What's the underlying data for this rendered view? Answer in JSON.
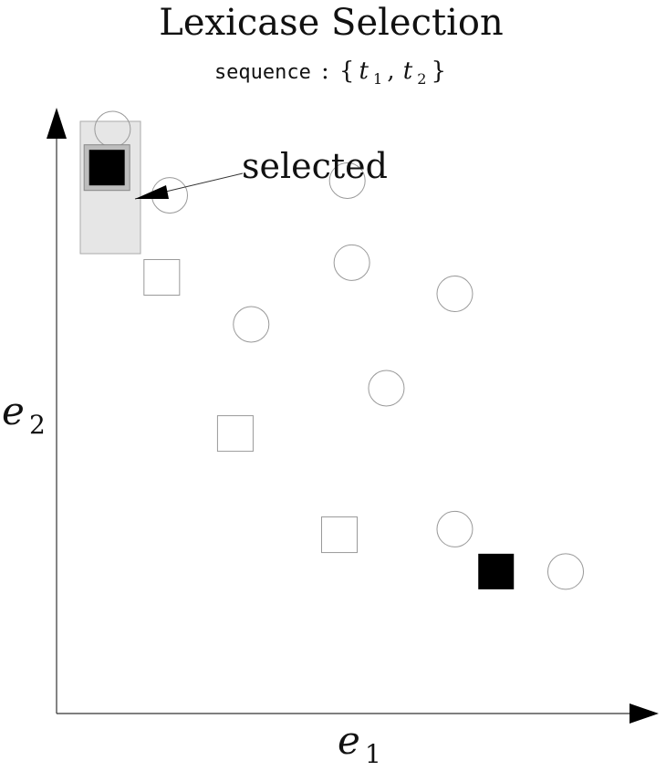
{
  "title": "Lexicase Selection",
  "subtitle": {
    "prefix": "sequence",
    "separator": ":",
    "open_brace": "{",
    "t_var": "t",
    "t1_sub": "1",
    "comma": ",",
    "t2_sub": "2",
    "close_brace": "}"
  },
  "axes": {
    "x_label_var": "e",
    "x_label_sub": "1",
    "y_label_var": "e",
    "y_label_sub": "2"
  },
  "annotation": {
    "text": "selected"
  },
  "colors": {
    "axis": "#333333",
    "marker_outline": "#999999",
    "selected_fill": "#000000",
    "highlight_box": "#e6e6e6",
    "highlight_border": "#aaaaaa",
    "inner_box": "#bdbdbd"
  },
  "chart_data": {
    "type": "scatter",
    "title": "Lexicase Selection",
    "xlabel": "e1",
    "ylabel": "e2",
    "grid": false,
    "series": [
      {
        "name": "",
        "marker": "circle",
        "points": [
          {
            "x": 0.99,
            "y": 10.33
          },
          {
            "x": 2.0,
            "y": 9.16
          },
          {
            "x": 5.14,
            "y": 9.42
          },
          {
            "x": 5.22,
            "y": 7.97
          },
          {
            "x": 7.04,
            "y": 7.42
          },
          {
            "x": 3.44,
            "y": 6.88
          },
          {
            "x": 5.83,
            "y": 5.75
          },
          {
            "x": 7.04,
            "y": 3.26
          },
          {
            "x": 9.0,
            "y": 2.51
          }
        ]
      },
      {
        "name": "",
        "marker": "square",
        "points": [
          {
            "x": 1.86,
            "y": 7.71
          },
          {
            "x": 3.16,
            "y": 4.95
          },
          {
            "x": 5.0,
            "y": 3.16
          }
        ]
      },
      {
        "name": "",
        "marker": "square-filled",
        "points": [
          {
            "x": 0.89,
            "y": 9.65
          },
          {
            "x": 7.77,
            "y": 2.51
          }
        ]
      }
    ],
    "selected_point": {
      "x": 0.89,
      "y": 9.65
    }
  }
}
